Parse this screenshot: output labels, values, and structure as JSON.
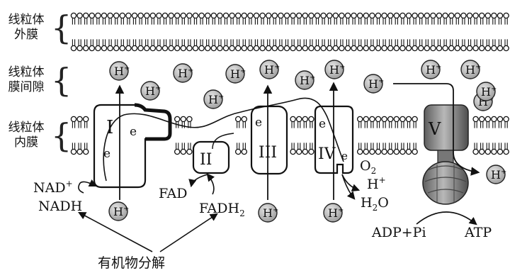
{
  "regions": {
    "outer_membrane": "线粒体\n外膜",
    "intermembrane_space": "线粒体\n膜间隙",
    "inner_membrane": "线粒体\n内膜"
  },
  "complexes": {
    "c1": "I",
    "c2": "II",
    "c3": "III",
    "c4": "IV",
    "c5": "V"
  },
  "proton": {
    "base": "H",
    "charge": "+"
  },
  "electron": "e",
  "molecules": {
    "nad_plus": "NAD",
    "nad_plus_sup": "+",
    "nadh": "NADH",
    "fad": "FAD",
    "fadh2": "FADH",
    "fadh2_sub": "2",
    "o2": "O",
    "o2_sub": "2",
    "h_plus_side": "H",
    "h_plus_side_sup": "+",
    "water": "H",
    "water_sub": "2",
    "water_o": "O",
    "adp_pi": "ADP+Pi",
    "atp": "ATP"
  },
  "source_label": "有机物分解",
  "colors": {
    "ion_fill": "#b5b5b5",
    "ion_stroke": "#222222",
    "line": "#111111",
    "atp_synthase": "#8c8c8c"
  }
}
